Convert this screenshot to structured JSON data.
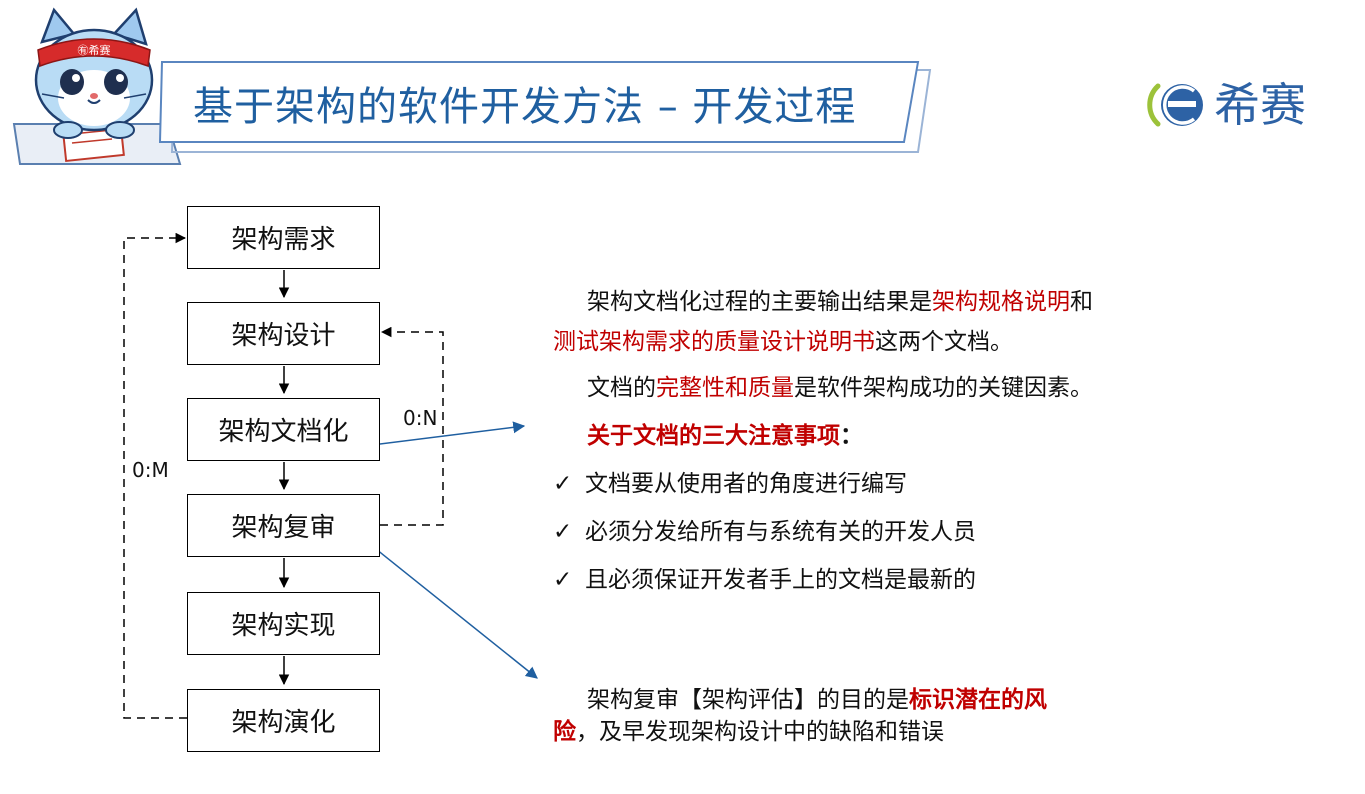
{
  "header": {
    "title": "基于架构的软件开发方法 – 开发过程",
    "logo_text": "希赛",
    "mascot_band_text": "㊒希赛"
  },
  "flow": {
    "steps": [
      "架构需求",
      "架构设计",
      "架构文档化",
      "架构复审",
      "架构实现",
      "架构演化"
    ],
    "loop_n": "0:N",
    "loop_m": "0:M"
  },
  "notes": {
    "p1": {
      "a": "架构文档化过程的主要输出结果是",
      "b": "架构规格说明",
      "c": "和",
      "d": "测试架构需求的质量设计说明书",
      "e": "这两个文档。"
    },
    "p2": {
      "a": "文档的",
      "b": "完整性和质量",
      "c": "是软件架构成功的关键因素。"
    },
    "p3": {
      "a": "关于文档的三大注意事项",
      "b": "："
    },
    "check_mark": "✓",
    "items": [
      "文档要从使用者的角度进行编写",
      "必须分发给所有与系统有关的开发人员",
      "且必须保证开发者手上的文档是最新的"
    ],
    "p4": {
      "a": "架构复审【架构评估】的目的是",
      "b": "标识潜在的风",
      "c": "险",
      "d": "，及早发现架构设计中的缺陷和错误"
    }
  },
  "colors": {
    "accent_red": "#c00000",
    "title_blue": "#1f5fa0",
    "arrow_blue": "#1f5fa0",
    "logo_green": "#9cc23a"
  }
}
